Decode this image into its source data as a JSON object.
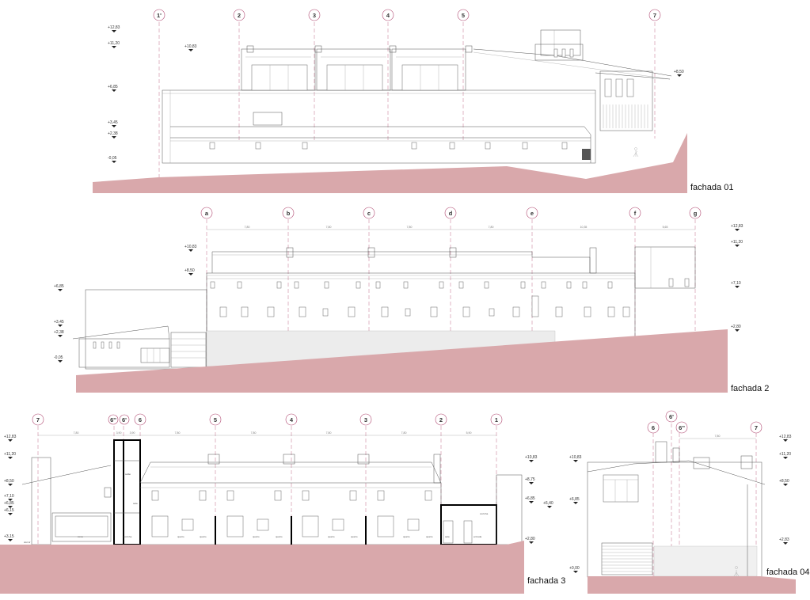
{
  "colors": {
    "ground": "#d9a8ab",
    "axis": "#c06a88"
  },
  "fachada01": {
    "title": "fachada 01",
    "axes": [
      "1'",
      "2",
      "3",
      "4",
      "5",
      "7"
    ],
    "levels": [
      "+12,83",
      "+11,20",
      "+10,83",
      "+6,85",
      "+3,45",
      "+2,38",
      "-0,05",
      "+8,50"
    ]
  },
  "fachada2": {
    "title": "fachada 2",
    "axes": [
      "a",
      "b",
      "c",
      "d",
      "e",
      "f",
      "g"
    ],
    "dims": [
      "7,80",
      "7,80",
      "7,80",
      "7,80",
      "10,35",
      "5,65"
    ],
    "levels_left": [
      "+10,83",
      "+8,50",
      "+6,85",
      "+3,45",
      "+2,38",
      "-0,05"
    ],
    "levels_right": [
      "+12,83",
      "+11,20",
      "+7,10",
      "+2,80"
    ]
  },
  "fachada3": {
    "title": "fachada 3",
    "axes": [
      "7",
      "6''",
      "6'",
      "6",
      "5",
      "4",
      "3",
      "2",
      "1"
    ],
    "dims": [
      "7,80",
      "3,90",
      "3,90",
      "7,80",
      "7,80",
      "7,80",
      "7,80",
      "5,90"
    ],
    "levels_left": [
      "+12,83",
      "+11,20",
      "+8,50",
      "+7,10",
      "+6,85",
      "+6,15",
      "+3,15"
    ],
    "levels_right": [
      "+10,83",
      "+8,75",
      "+6,85",
      "+6,40",
      "+2,80"
    ],
    "rooms": [
      "zona",
      "salão",
      "sala",
      "cozinha",
      "quarto",
      "quarto",
      "quarto",
      "quarto",
      "quarto",
      "quarto",
      "quarto",
      "quarto",
      "sala",
      "entrada",
      "dormir",
      "cozinha"
    ]
  },
  "fachada04": {
    "title": "fachada 04",
    "axes": [
      "6",
      "6'",
      "6''",
      "7"
    ],
    "dims": [
      "7,80"
    ],
    "levels_left": [
      "+10,83",
      "+6,85",
      "+0,00"
    ],
    "levels_right": [
      "+12,83",
      "+11,20",
      "+8,50",
      "+2,83"
    ]
  }
}
